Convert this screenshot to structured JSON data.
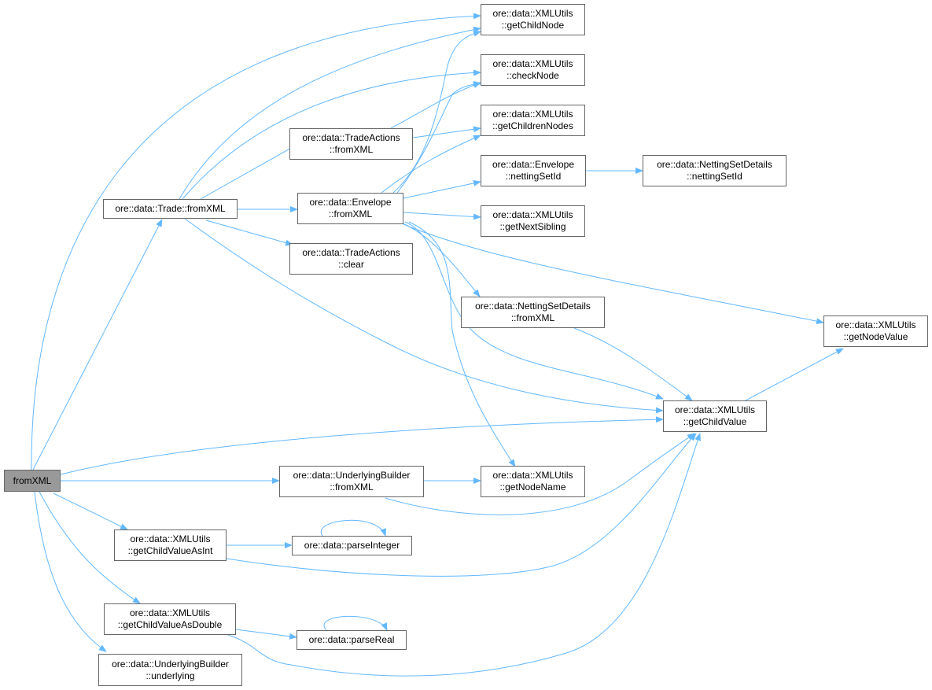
{
  "graph": {
    "edge_color": "#63b8ff",
    "root_fill": "#999999",
    "nodes": {
      "root": {
        "line1": "fromXML"
      },
      "trade_fromxml": {
        "line1": "ore::data::Trade::fromXML"
      },
      "tradeactions_fromxml": {
        "line1": "ore::data::TradeActions",
        "line2": "::fromXML"
      },
      "envelope_fromxml": {
        "line1": "ore::data::Envelope",
        "line2": "::fromXML"
      },
      "tradeactions_clear": {
        "line1": "ore::data::TradeActions",
        "line2": "::clear"
      },
      "getchildnode": {
        "line1": "ore::data::XMLUtils",
        "line2": "::getChildNode"
      },
      "checknode": {
        "line1": "ore::data::XMLUtils",
        "line2": "::checkNode"
      },
      "getchildrennodes": {
        "line1": "ore::data::XMLUtils",
        "line2": "::getChildrenNodes"
      },
      "envelope_nettingsetid": {
        "line1": "ore::data::Envelope",
        "line2": "::nettingSetId"
      },
      "nsd_nettingsetid": {
        "line1": "ore::data::NettingSetDetails",
        "line2": "::nettingSetId"
      },
      "getnextsibling": {
        "line1": "ore::data::XMLUtils",
        "line2": "::getNextSibling"
      },
      "nsd_fromxml": {
        "line1": "ore::data::NettingSetDetails",
        "line2": "::fromXML"
      },
      "getnodevalue": {
        "line1": "ore::data::XMLUtils",
        "line2": "::getNodeValue"
      },
      "getchildvalue": {
        "line1": "ore::data::XMLUtils",
        "line2": "::getChildValue"
      },
      "ub_fromxml": {
        "line1": "ore::data::UnderlyingBuilder",
        "line2": "::fromXML"
      },
      "getnodename": {
        "line1": "ore::data::XMLUtils",
        "line2": "::getNodeName"
      },
      "getchildvalueasint": {
        "line1": "ore::data::XMLUtils",
        "line2": "::getChildValueAsInt"
      },
      "parseinteger": {
        "line1": "ore::data::parseInteger"
      },
      "getchildvalueasdouble": {
        "line1": "ore::data::XMLUtils",
        "line2": "::getChildValueAsDouble"
      },
      "parsereal": {
        "line1": "ore::data::parseReal"
      },
      "ub_underlying": {
        "line1": "ore::data::UnderlyingBuilder",
        "line2": "::underlying"
      }
    }
  }
}
